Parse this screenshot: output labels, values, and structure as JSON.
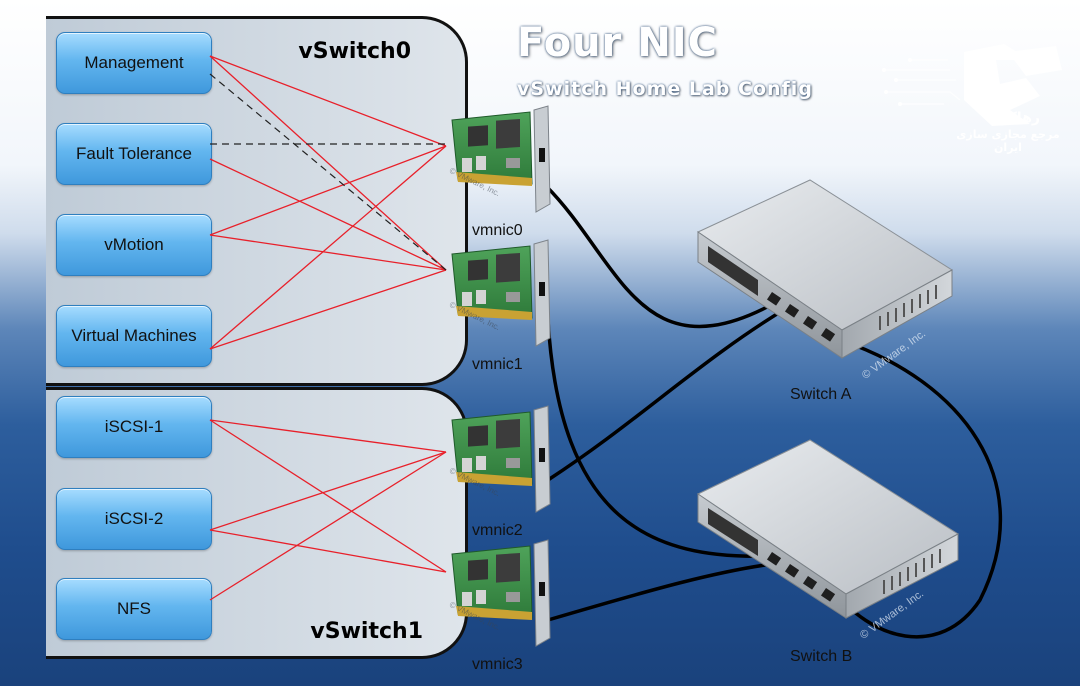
{
  "title": "Four NIC",
  "subtitle": "vSwitch Home Lab Config",
  "logo": {
    "name": "رهاکو",
    "tagline": "مرجع مجازی سازی ایران"
  },
  "vswitches": [
    {
      "name": "vSwitch0",
      "portgroups": [
        "Management",
        "Fault Tolerance",
        "vMotion",
        "Virtual Machines"
      ]
    },
    {
      "name": "vSwitch1",
      "portgroups": [
        "iSCSI-1",
        "iSCSI-2",
        "NFS"
      ]
    }
  ],
  "nics": [
    "vmnic0",
    "vmnic1",
    "vmnic2",
    "vmnic3"
  ],
  "switches": [
    "Switch A",
    "Switch B"
  ],
  "watermark": "© VMware, Inc.",
  "colors": {
    "active_link": "#e8202a",
    "standby_link": "#222222",
    "cable": "#000000",
    "portgroup_fill": "#5fb3ee"
  }
}
